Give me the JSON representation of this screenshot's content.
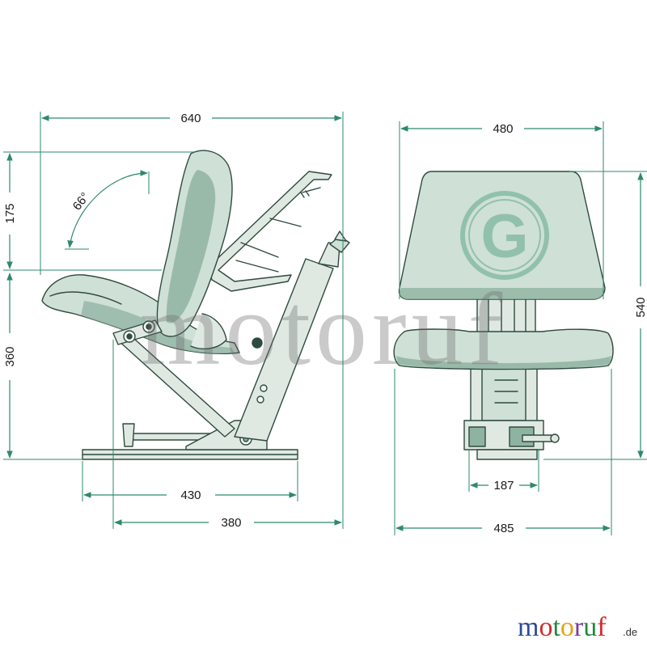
{
  "dimensions": {
    "side_width_top": "640",
    "side_back_height": "175",
    "side_seat_height": "360",
    "side_angle": "66°",
    "side_rail_length": "430",
    "side_base_length": "380",
    "front_back_width": "480",
    "front_total_height": "540",
    "front_column_width": "187",
    "front_total_width": "485"
  },
  "watermark": {
    "text": "motoruf",
    "badge": "G"
  },
  "logo": {
    "letters": [
      "m",
      "o",
      "t",
      "o",
      "r",
      "u",
      "f"
    ],
    "suffix": ".de"
  },
  "colors": {
    "dimension": "#2e8a6a",
    "seat": "#cfe0d6",
    "seat_shadow": "#8fb3a1",
    "outline": "#2f4a3f",
    "logo_letters": [
      "#2c4a9a",
      "#d12b2b",
      "#1f8a3a",
      "#e3a21a",
      "#7a3aa0",
      "#1f8a3a",
      "#d12b2b"
    ]
  }
}
